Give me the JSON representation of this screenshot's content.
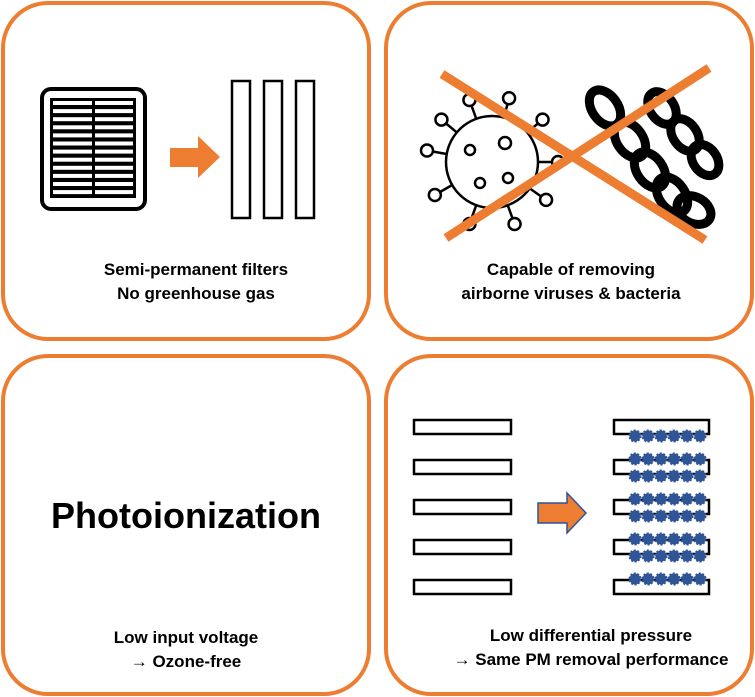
{
  "colors": {
    "accent": "#ed7d31",
    "particle": "#2f5597",
    "line": "#000000"
  },
  "panels": [
    {
      "id": "filters",
      "icons": [
        "air-filter-icon",
        "arrow-right-icon",
        "plate-filters-icon"
      ],
      "lines": [
        "Semi-permanent filters",
        "No greenhouse gas"
      ]
    },
    {
      "id": "viruses",
      "icons": [
        "virus-icon",
        "bacteria-chain-icon",
        "cross-out-icon"
      ],
      "lines": [
        "Capable of removing",
        "airborne viruses & bacteria"
      ]
    },
    {
      "id": "photoionization",
      "title": "Photoionization",
      "lines": [
        "Low input voltage",
        "→ Ozone-free"
      ]
    },
    {
      "id": "pressure",
      "icons": [
        "clean-plates-icon",
        "arrow-right-icon",
        "loaded-plates-icon"
      ],
      "lines": [
        "Low differential pressure",
        "→ Same PM removal performance"
      ]
    }
  ]
}
